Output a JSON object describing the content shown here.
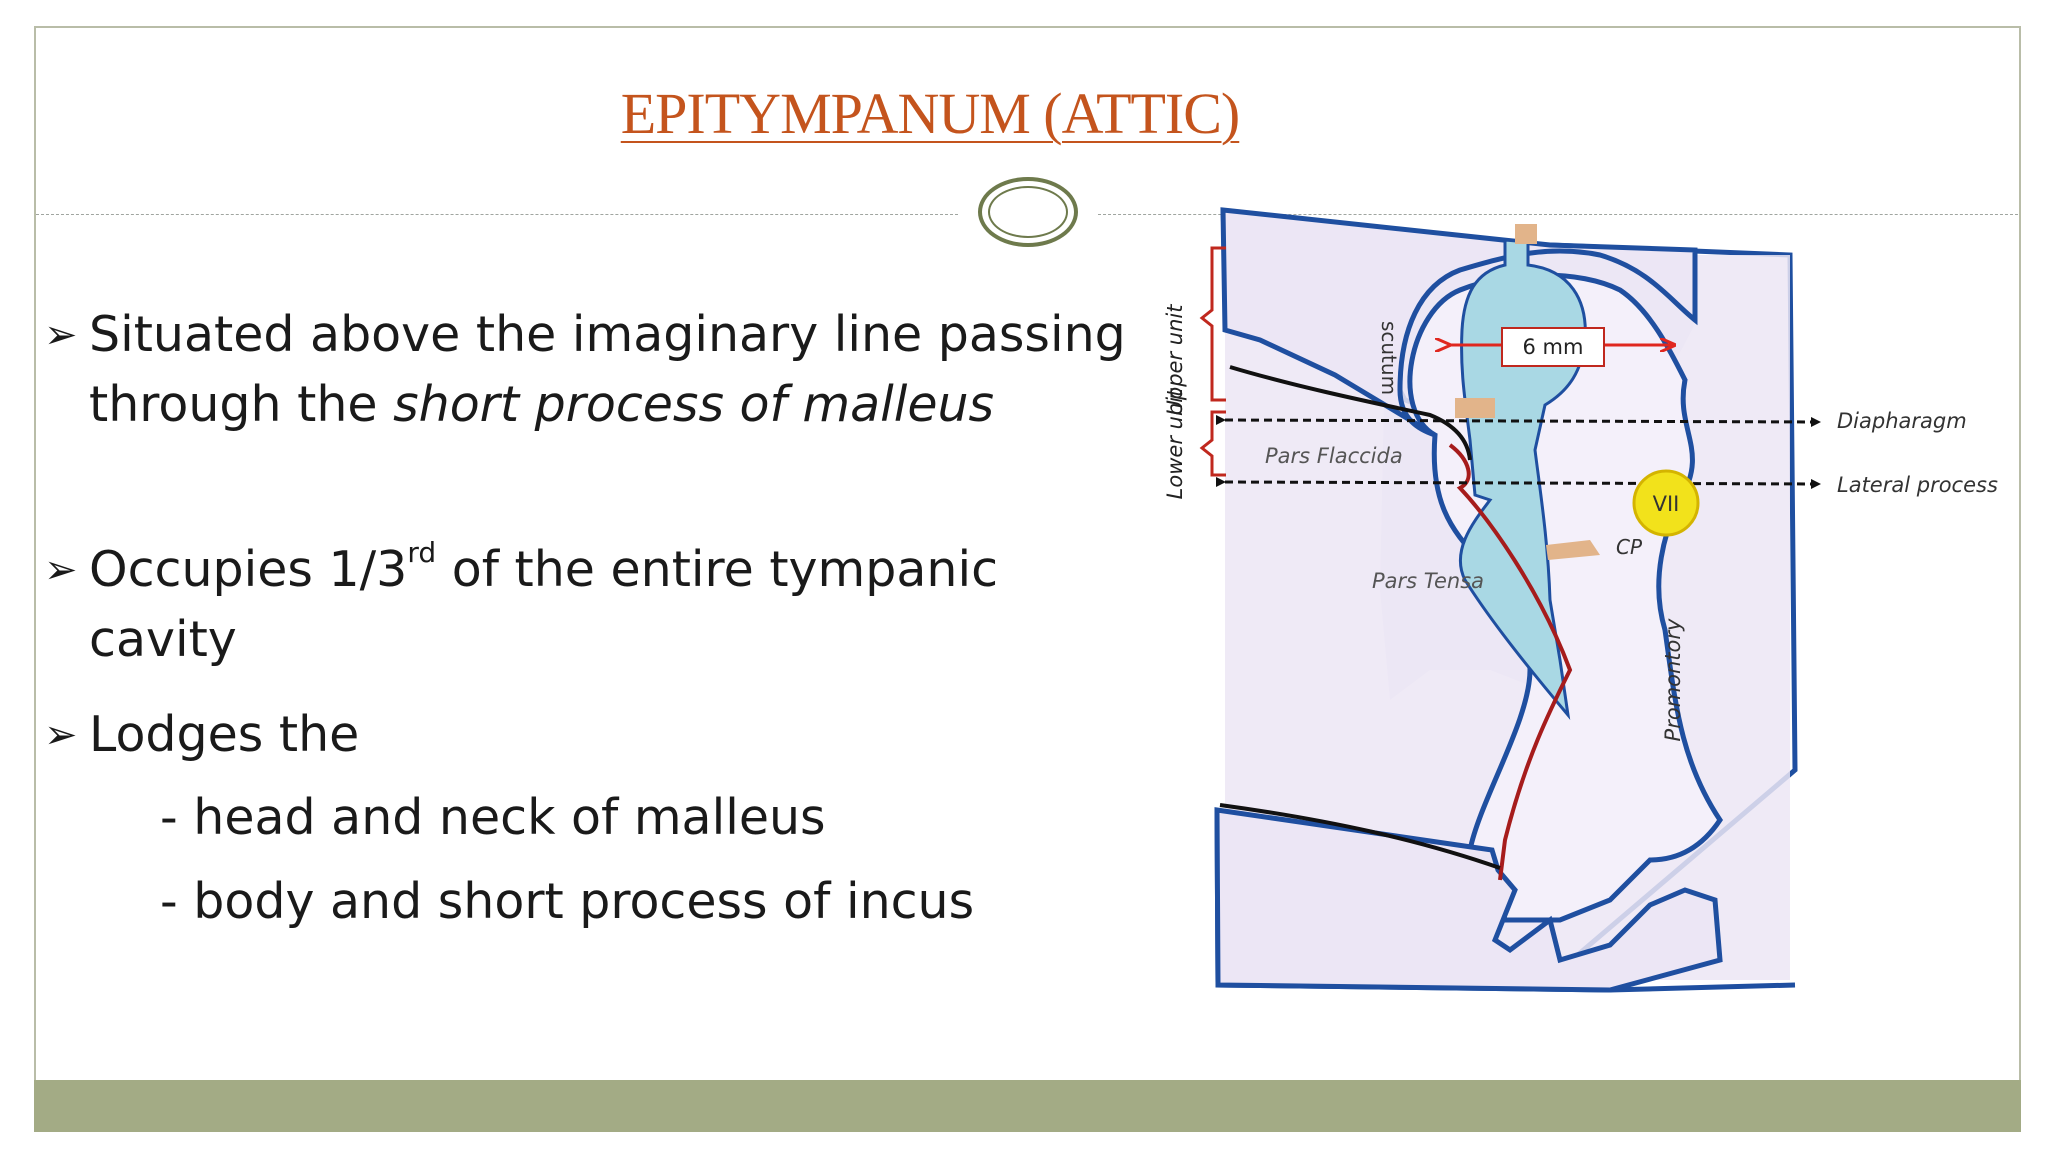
{
  "slide": {
    "title": "EPITYMPANUM (ATTIC)",
    "bullets": [
      {
        "marker": "➢",
        "line1": "Situated above the imaginary line passing",
        "line2_prefix": "through the ",
        "line2_italic": "short process of malleus"
      },
      {
        "marker": "➢",
        "prefix": "Occupies 1/3",
        "sup": "rd",
        "suffix": " of the entire tympanic cavity"
      },
      {
        "marker": "➢",
        "text": "Lodges the",
        "subitems": [
          "- head and neck of malleus",
          "- body and short process of incus"
        ]
      }
    ]
  },
  "diagram": {
    "labels": {
      "upper_unit": "Upper unit",
      "lower_unit": "Lower unit",
      "scutum": "scutum",
      "width": "6 mm",
      "pars_flaccida": "Pars Flaccida",
      "pars_tensa": "Pars Tensa",
      "diaphragm": "Diapharagm",
      "lateral_process": "Lateral process",
      "nerve": "VII",
      "cp": "CP",
      "promontory": "Promontory"
    },
    "colors": {
      "wall_fill": "#ece6f5",
      "wall_stroke": "#1f4fa0",
      "ossicle_fill": "#a9d8e4",
      "membrane": "#a61c1c",
      "nerve_fill": "#f2e21b",
      "ligament": "#e2b48a",
      "arrow_red": "#e0271f",
      "title": "#c4541d",
      "footer": "#a3ab85"
    }
  }
}
